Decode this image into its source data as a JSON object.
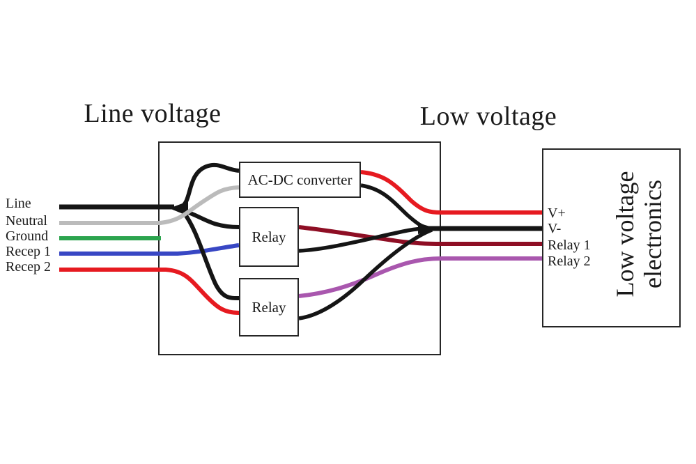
{
  "titles": {
    "line_voltage": "Line voltage",
    "low_voltage": "Low voltage"
  },
  "left_pins": [
    {
      "label": "Line",
      "wire_color_key": "black"
    },
    {
      "label": "Neutral",
      "wire_color_key": "gray"
    },
    {
      "label": "Ground",
      "wire_color_key": "green"
    },
    {
      "label": "Recep 1",
      "wire_color_key": "blue"
    },
    {
      "label": "Recep 2",
      "wire_color_key": "red"
    }
  ],
  "right_pins": [
    {
      "label": "V+",
      "wire_color_key": "red"
    },
    {
      "label": "V-",
      "wire_color_key": "black"
    },
    {
      "label": "Relay 1",
      "wire_color_key": "dark_red"
    },
    {
      "label": "Relay 2",
      "wire_color_key": "purple"
    }
  ],
  "modules": {
    "acdc": "AC-DC converter",
    "relay_top": "Relay",
    "relay_bottom": "Relay"
  },
  "low_voltage_box": {
    "line1": "Low voltage",
    "line2": "electronics"
  },
  "colors": {
    "black": "#151515",
    "gray": "#bbbbbb",
    "green": "#2ca44e",
    "blue": "#3847c4",
    "red": "#e61a20",
    "dark_red": "#8e0e24",
    "purple": "#a957ae"
  }
}
